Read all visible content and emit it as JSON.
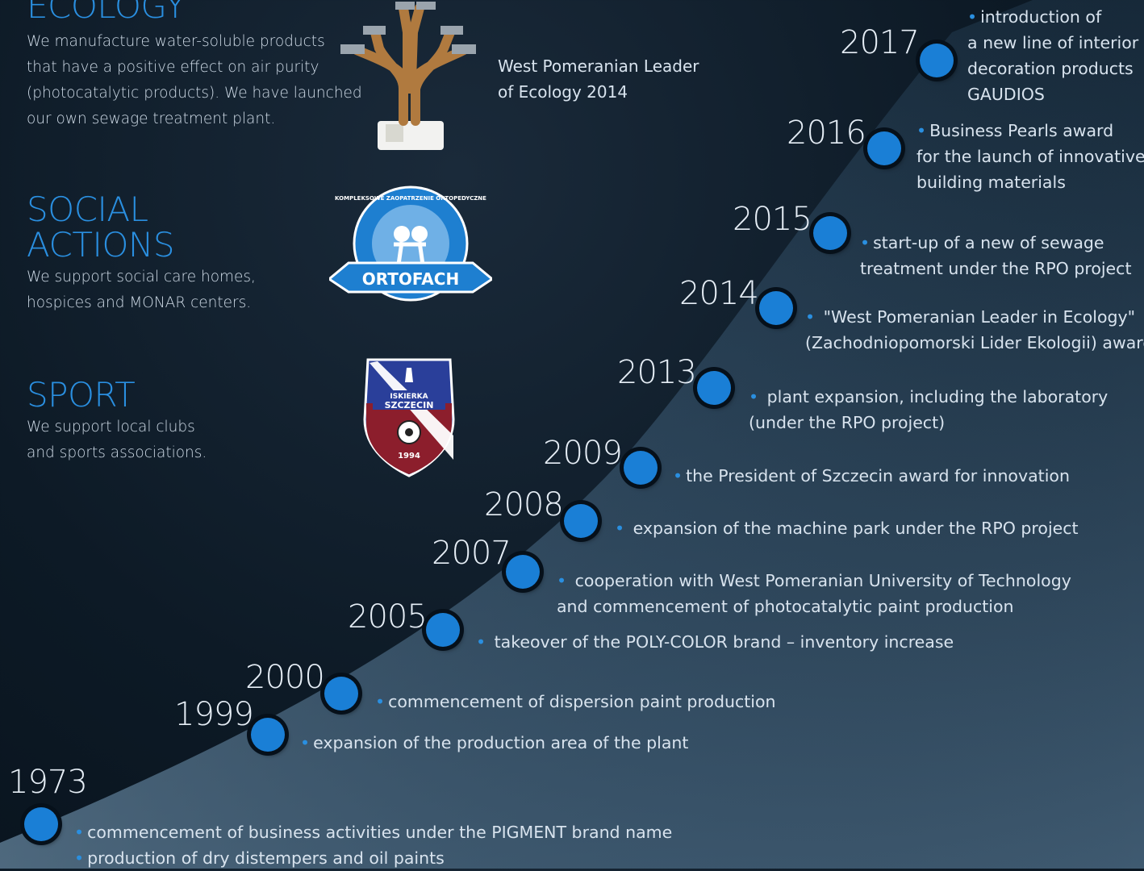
{
  "sections": {
    "ecology": {
      "title": "ECOLOGY",
      "text": [
        "We manufacture water-soluble products",
        "that have a positive effect on air purity",
        "(photocatalytic products). We have launched",
        "our own sewage treatment plant."
      ]
    },
    "social": {
      "title_lines": [
        "SOCIAL",
        "ACTIONS"
      ],
      "text": [
        "We support social care homes,",
        "hospices and MONAR centers."
      ]
    },
    "sport": {
      "title": "SPORT",
      "text": [
        "We support local clubs",
        "and sports associations."
      ]
    }
  },
  "award_caption": [
    "West Pomeranian Leader",
    "of Ecology 2014"
  ],
  "logos": {
    "ortofach_name": "ORTOFACH",
    "ortofach_arc": "KOMPLEKSOWE ZAOPATRZENIE ORTOPEDYCZNE",
    "iskierka_top": "ISKIERKA",
    "iskierka_city": "SZCZECIN",
    "iskierka_year": "1994"
  },
  "timeline": [
    {
      "year": "1973",
      "lines": [
        "commencement of business activities under the PIGMENT brand name",
        "production of dry distempers and oil paints"
      ]
    },
    {
      "year": "1999",
      "lines": [
        "expansion of the production area of the plant"
      ]
    },
    {
      "year": "2000",
      "lines": [
        "commencement of dispersion paint production"
      ]
    },
    {
      "year": "2005",
      "lines": [
        "takeover of the POLY-COLOR brand – inventory increase"
      ]
    },
    {
      "year": "2007",
      "lines": [
        "cooperation with West Pomeranian University of Technology",
        "and commencement of photocatalytic paint production"
      ]
    },
    {
      "year": "2008",
      "lines": [
        "expansion of the machine park under the RPO project"
      ]
    },
    {
      "year": "2009",
      "lines": [
        "the President of Szczecin award for innovation"
      ]
    },
    {
      "year": "2013",
      "lines": [
        "plant expansion, including the laboratory",
        "(under the RPO project)"
      ]
    },
    {
      "year": "2014",
      "lines": [
        "\"West Pomeranian Leader in Ecology\"",
        "(Zachodniopomorski Lider Ekologii) award"
      ]
    },
    {
      "year": "2015",
      "lines": [
        "start-up of a new of sewage",
        "treatment under the RPO project"
      ]
    },
    {
      "year": "2016",
      "lines": [
        "Business Pearls award",
        "for the launch of innovative",
        "building materials"
      ]
    },
    {
      "year": "2017",
      "lines": [
        "introduction of",
        "a new line of interior",
        "decoration products",
        "GAUDIOS"
      ]
    }
  ],
  "colors": {
    "accent": "#1a7fd6",
    "background": "#0d1a26"
  }
}
